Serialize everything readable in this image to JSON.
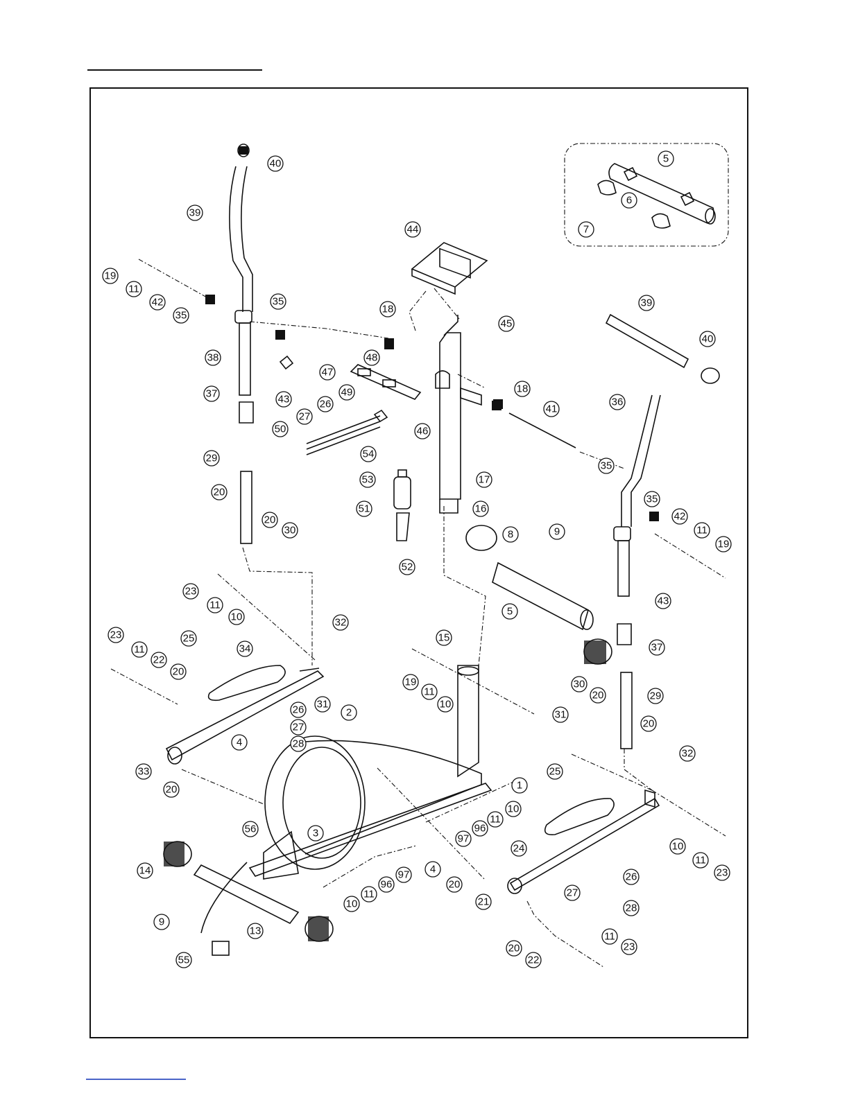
{
  "callouts": [
    {
      "label": "40"
    },
    {
      "label": "39"
    },
    {
      "label": "19"
    },
    {
      "label": "11"
    },
    {
      "label": "42"
    },
    {
      "label": "35"
    },
    {
      "label": "35"
    },
    {
      "label": "38"
    },
    {
      "label": "43"
    },
    {
      "label": "37"
    },
    {
      "label": "29"
    },
    {
      "label": "20"
    },
    {
      "label": "20"
    },
    {
      "label": "30"
    },
    {
      "label": "44"
    },
    {
      "label": "18"
    },
    {
      "label": "48"
    },
    {
      "label": "47"
    },
    {
      "label": "49"
    },
    {
      "label": "26"
    },
    {
      "label": "27"
    },
    {
      "label": "50"
    },
    {
      "label": "46"
    },
    {
      "label": "54"
    },
    {
      "label": "53"
    },
    {
      "label": "51"
    },
    {
      "label": "52"
    },
    {
      "label": "45"
    },
    {
      "label": "18"
    },
    {
      "label": "41"
    },
    {
      "label": "17"
    },
    {
      "label": "16"
    },
    {
      "label": "5"
    },
    {
      "label": "6"
    },
    {
      "label": "7"
    },
    {
      "label": "39"
    },
    {
      "label": "40"
    },
    {
      "label": "36"
    },
    {
      "label": "35"
    },
    {
      "label": "35"
    },
    {
      "label": "42"
    },
    {
      "label": "11"
    },
    {
      "label": "19"
    },
    {
      "label": "43"
    },
    {
      "label": "37"
    },
    {
      "label": "29"
    },
    {
      "label": "30"
    },
    {
      "label": "20"
    },
    {
      "label": "20"
    },
    {
      "label": "8"
    },
    {
      "label": "9"
    },
    {
      "label": "5"
    },
    {
      "label": "23"
    },
    {
      "label": "11"
    },
    {
      "label": "10"
    },
    {
      "label": "32"
    },
    {
      "label": "23"
    },
    {
      "label": "11"
    },
    {
      "label": "22"
    },
    {
      "label": "20"
    },
    {
      "label": "25"
    },
    {
      "label": "34"
    },
    {
      "label": "31"
    },
    {
      "label": "26"
    },
    {
      "label": "27"
    },
    {
      "label": "28"
    },
    {
      "label": "4"
    },
    {
      "label": "2"
    },
    {
      "label": "33"
    },
    {
      "label": "20"
    },
    {
      "label": "15"
    },
    {
      "label": "19"
    },
    {
      "label": "11"
    },
    {
      "label": "10"
    },
    {
      "label": "1"
    },
    {
      "label": "31"
    },
    {
      "label": "32"
    },
    {
      "label": "25"
    },
    {
      "label": "3"
    },
    {
      "label": "10"
    },
    {
      "label": "11"
    },
    {
      "label": "96"
    },
    {
      "label": "97"
    },
    {
      "label": "4"
    },
    {
      "label": "24"
    },
    {
      "label": "10"
    },
    {
      "label": "11"
    },
    {
      "label": "23"
    },
    {
      "label": "26"
    },
    {
      "label": "27"
    },
    {
      "label": "28"
    },
    {
      "label": "56"
    },
    {
      "label": "14"
    },
    {
      "label": "97"
    },
    {
      "label": "96"
    },
    {
      "label": "11"
    },
    {
      "label": "10"
    },
    {
      "label": "20"
    },
    {
      "label": "21"
    },
    {
      "label": "9"
    },
    {
      "label": "13"
    },
    {
      "label": "55"
    },
    {
      "label": "20"
    },
    {
      "label": "22"
    },
    {
      "label": "11"
    },
    {
      "label": "23"
    }
  ]
}
